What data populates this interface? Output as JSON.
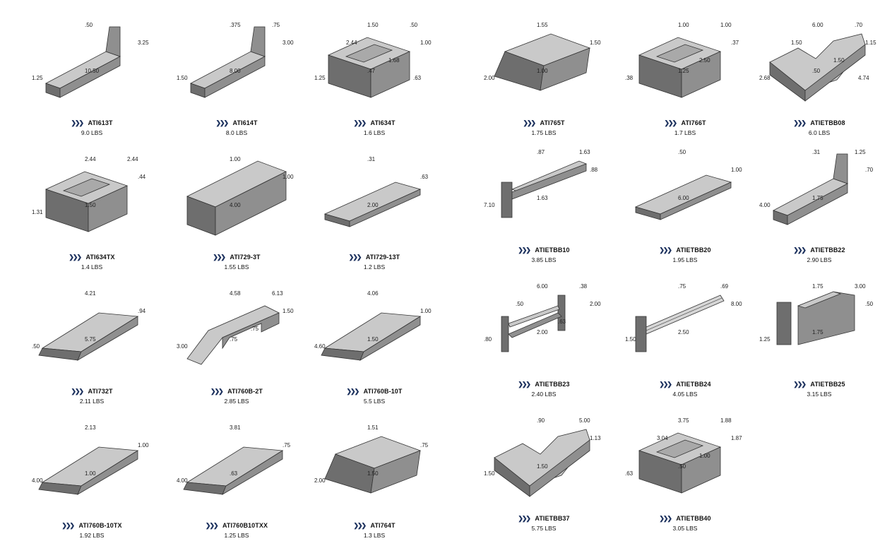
{
  "parts": [
    {
      "code": "ATI613T",
      "weight": "9.0 LBS",
      "shape": "lshape",
      "dims": [
        ".50",
        "3.25",
        "10.50",
        "1.25"
      ]
    },
    {
      "code": "ATI614T",
      "weight": "8.0 LBS",
      "shape": "lshape",
      "dims": [
        ".375",
        "3.00",
        "8.00",
        "1.50",
        ".75"
      ]
    },
    {
      "code": "ATI634T",
      "weight": "1.6 LBS",
      "shape": "slot",
      "dims": [
        "1.50",
        "1.00",
        ".47",
        "1.25",
        ".50",
        "1.68",
        "2.44",
        ".63"
      ]
    },
    {
      "code": "ATI765T",
      "weight": "1.75 LBS",
      "shape": "wedge",
      "dims": [
        "1.55",
        "1.50",
        "1.00",
        "2.00"
      ]
    },
    {
      "code": "ATI766T",
      "weight": "1.7 LBS",
      "shape": "slot",
      "dims": [
        "1.00",
        ".37",
        "1.25",
        ".38",
        "1.00",
        "2.50"
      ]
    },
    {
      "code": "ATIETBB08",
      "weight": "6.0 LBS",
      "shape": "vblock",
      "dims": [
        "6.00",
        "1.15",
        ".50",
        "2.68",
        ".70",
        "1.50",
        "1.50",
        "4.74"
      ]
    },
    {
      "code": "ATI634TX",
      "weight": "1.4 LBS",
      "shape": "slot",
      "dims": [
        "2.44",
        ".44",
        "1.50",
        "1.31",
        "2.44"
      ]
    },
    {
      "code": "ATI729-3T",
      "weight": "1.55 LBS",
      "shape": "bar",
      "dims": [
        "1.00",
        "1.00",
        "4.00"
      ]
    },
    {
      "code": "ATI729-13T",
      "weight": "1.2 LBS",
      "shape": "flat",
      "dims": [
        ".31",
        ".63",
        "2.00"
      ]
    },
    {
      "code": "ATIETBB10",
      "weight": "3.85 LBS",
      "shape": "tbar",
      "dims": [
        ".87",
        ".88",
        "1.63",
        "7.10",
        "1.63"
      ]
    },
    {
      "code": "ATIETBB20",
      "weight": "1.95 LBS",
      "shape": "flat",
      "dims": [
        ".50",
        "1.00",
        "6.00"
      ]
    },
    {
      "code": "ATIETBB22",
      "weight": "2.90 LBS",
      "shape": "lshape",
      "dims": [
        ".31",
        ".70",
        "1.75",
        "4.00",
        "1.25"
      ]
    },
    {
      "code": "ATI732T",
      "weight": "2.11 LBS",
      "shape": "chamfer",
      "dims": [
        "4.21",
        ".94",
        "5.75",
        ".50"
      ]
    },
    {
      "code": "ATI760B-2T",
      "weight": "2.85 LBS",
      "shape": "arch",
      "dims": [
        "4.58",
        "1.50",
        ".75",
        "3.00",
        "6.13",
        ".75"
      ]
    },
    {
      "code": "ATI760B-10T",
      "weight": "5.5 LBS",
      "shape": "chamfer",
      "dims": [
        "4.06",
        "1.00",
        "1.50",
        "4.60"
      ]
    },
    {
      "code": "ATIETBB23",
      "weight": "2.40 LBS",
      "shape": "hbar",
      "dims": [
        "6.00",
        "2.00",
        "2.00",
        ".80",
        ".38",
        ".63",
        ".50"
      ]
    },
    {
      "code": "ATIETBB24",
      "weight": "4.05 LBS",
      "shape": "rod",
      "dims": [
        ".75",
        "8.00",
        "2.50",
        "1.50",
        ".69"
      ]
    },
    {
      "code": "ATIETBB25",
      "weight": "3.15 LBS",
      "shape": "round",
      "dims": [
        "1.75",
        ".50",
        "1.75",
        "1.25",
        "3.00"
      ]
    },
    {
      "code": "ATI760B-10TX",
      "weight": "1.92 LBS",
      "shape": "chamfer",
      "dims": [
        "2.13",
        "1.00",
        "1.00",
        "4.00"
      ]
    },
    {
      "code": "ATI760B10TXX",
      "weight": "1.25 LBS",
      "shape": "chamfer",
      "dims": [
        "3.81",
        ".75",
        ".63",
        "4.00"
      ]
    },
    {
      "code": "ATI764T",
      "weight": "1.3 LBS",
      "shape": "wedge",
      "dims": [
        "1.51",
        ".75",
        "1.50",
        "2.00"
      ]
    },
    {
      "code": "ATIETBB37",
      "weight": "5.75 LBS",
      "shape": "vblock",
      "dims": [
        ".90",
        "1.13",
        "1.50",
        "1.50",
        "5.00"
      ]
    },
    {
      "code": "ATIETBB40",
      "weight": "3.05 LBS",
      "shape": "slot",
      "dims": [
        "3.75",
        "1.87",
        ".50",
        ".63",
        "1.88",
        "1.00",
        "3.04"
      ]
    }
  ],
  "colors": {
    "metal_top": "#c9c9c9",
    "metal_front": "#8f8f8f",
    "metal_side": "#6e6e6e",
    "chevron": "#1a2f5c"
  }
}
